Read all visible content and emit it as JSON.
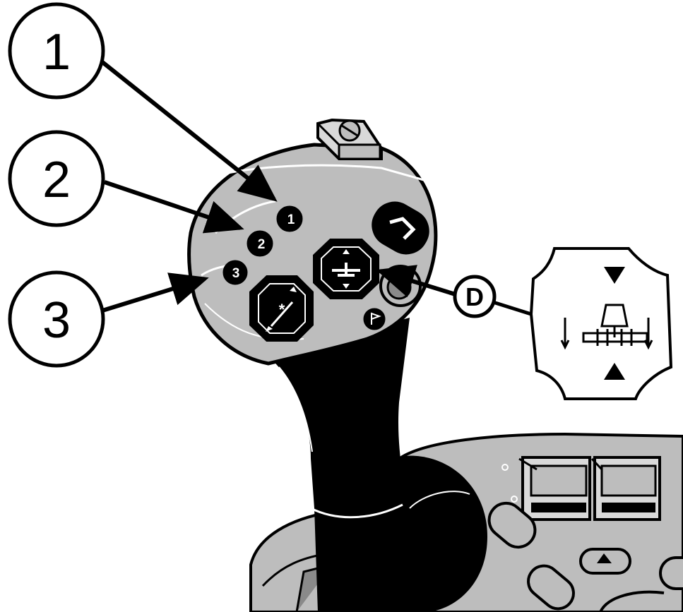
{
  "callouts": [
    {
      "label": "1"
    },
    {
      "label": "2"
    },
    {
      "label": "3"
    }
  ],
  "detail_callout": {
    "label": "D"
  },
  "handle_buttons": [
    {
      "label": "1"
    },
    {
      "label": "2"
    },
    {
      "label": "3"
    }
  ],
  "colors": {
    "background": "#ffffff",
    "line": "#000000",
    "panel_gray": "#bdbdbd",
    "light_gray": "#d9d9d9",
    "dark_gray": "#8a8a8a"
  }
}
